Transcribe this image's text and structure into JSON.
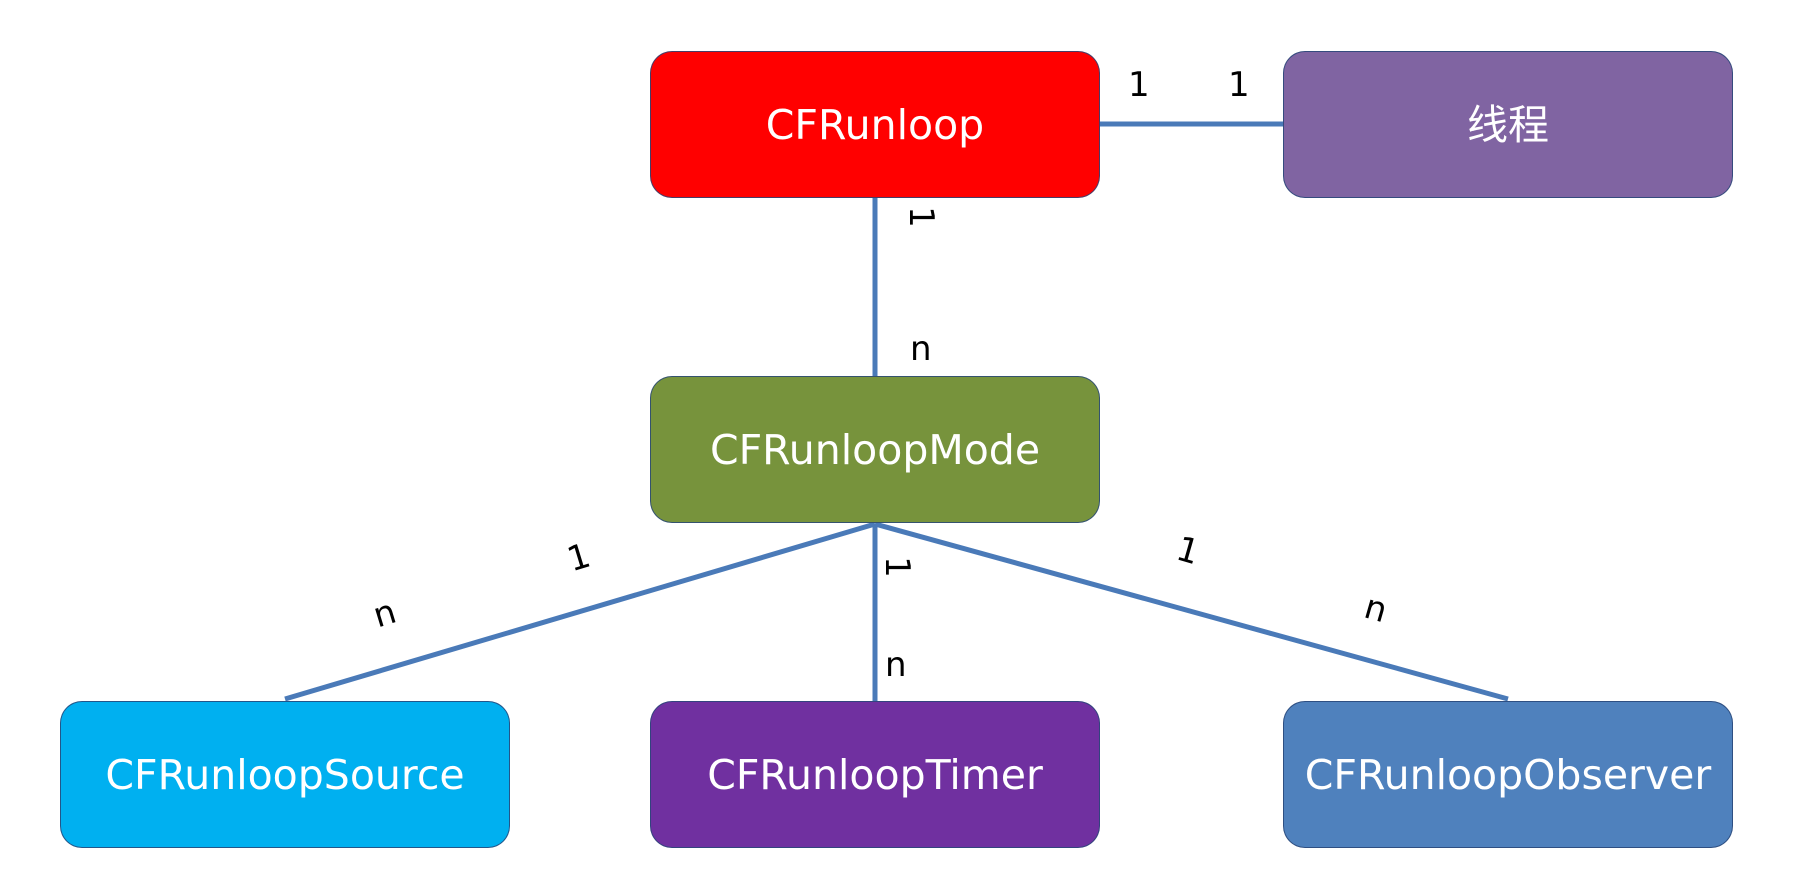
{
  "colors": {
    "edge": "#4a7ab8",
    "node_border": "#2d4f7e"
  },
  "nodes": {
    "runloop": {
      "label": "CFRunloop",
      "color": "#ff0000"
    },
    "thread": {
      "label": "线程",
      "color": "#8064a2"
    },
    "mode": {
      "label": "CFRunloopMode",
      "color": "#77933c"
    },
    "source": {
      "label": "CFRunloopSource",
      "color": "#00b0f0"
    },
    "timer": {
      "label": "CFRunloopTimer",
      "color": "#7030a0"
    },
    "observer": {
      "label": "CFRunloopObserver",
      "color": "#4f81bd"
    }
  },
  "edges": {
    "runloop_thread": {
      "from": "runloop",
      "to": "thread",
      "label_from": "1",
      "label_to": "1"
    },
    "runloop_mode": {
      "from": "runloop",
      "to": "mode",
      "label_from": "1",
      "label_to": "n"
    },
    "mode_source": {
      "from": "mode",
      "to": "source",
      "label_from": "1",
      "label_to": "n"
    },
    "mode_timer": {
      "from": "mode",
      "to": "timer",
      "label_from": "1",
      "label_to": "n"
    },
    "mode_observer": {
      "from": "mode",
      "to": "observer",
      "label_from": "1",
      "label_to": "n"
    }
  }
}
